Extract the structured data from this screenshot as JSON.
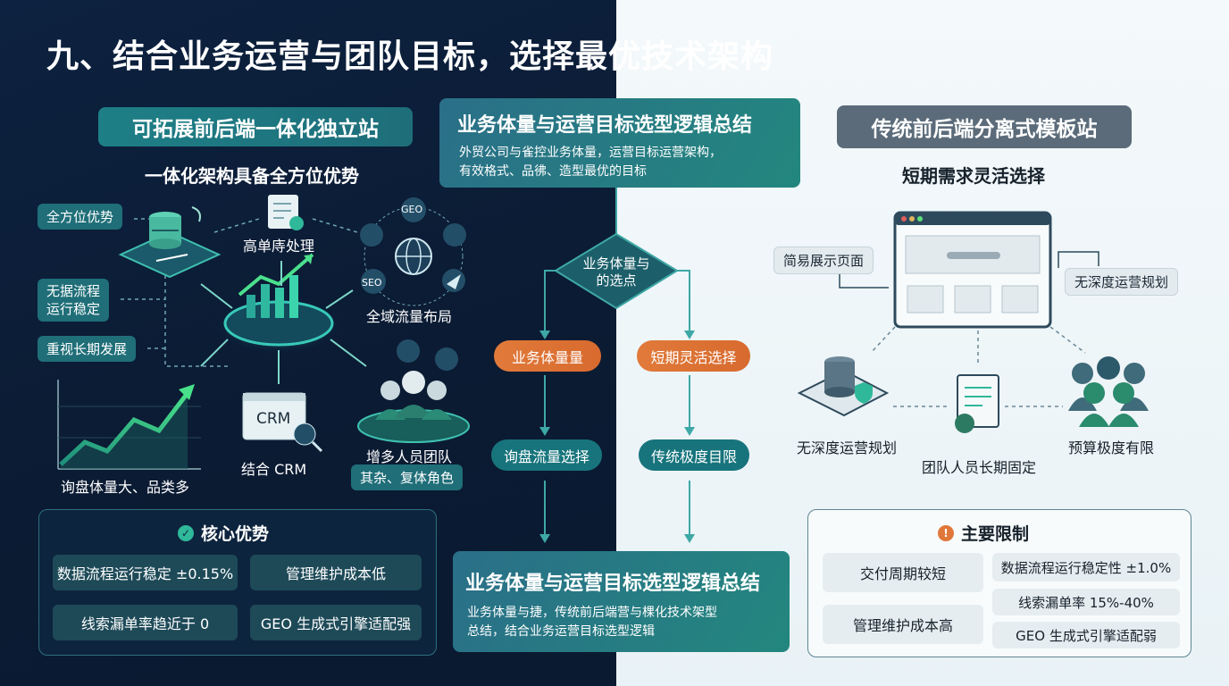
{
  "title": "九、结合业务运营与团队目标，选择最优技术架构",
  "left": {
    "heading": "可拓展前后端一体化独立站",
    "subheading": "一体化架构具备全方位优势",
    "tags": [
      "全方位优势",
      "无据流程\n运行稳定",
      "重视长期发展"
    ],
    "tag_line1": "无据流程",
    "tag_line2": "运行稳定",
    "node_labels": {
      "order": "高单庤处理",
      "traffic": "全域流量布局",
      "crm": "结合 CRM",
      "team": "增多人员团队",
      "team_sub": "其杂、复体角色",
      "chart": "询盘体量大、品类多"
    },
    "icons": {
      "geo": "GEO",
      "seo": "SEO",
      "crm": "CRM"
    },
    "core": {
      "title": "核心优势",
      "items": [
        "数据流程运行稳定 ±0.15%",
        "管理维护成本低",
        "线索漏单率趋近于 0",
        "GEO 生成式引擎适配强"
      ]
    }
  },
  "center": {
    "top_title": "业务体量与运营目标选型逻辑总结",
    "top_text_1": "外贸公司与雀控业务体量，运营目标运营架构，",
    "top_text_2": "有效格式、品彿、造型最优的目标",
    "decision": "业务体量与\n的选点",
    "decision_1": "业务体量与",
    "decision_2": "的选点",
    "left_branch": [
      "业务体量量",
      "询盘流量选择"
    ],
    "right_branch": [
      "短期灵活选择",
      "传统极度目限"
    ],
    "bottom_title": "业务体量与运营目标选型逻辑总结",
    "bottom_text_1": "业务体量与捷，传统前后端营与棵化技术架型",
    "bottom_text_2": "总结，结合业务运营目标选型逻辑"
  },
  "right": {
    "heading": "传统前后端分离式模板站",
    "subheading": "短期需求灵活选择",
    "callouts": {
      "simple": "简易展示页面",
      "noplan": "无深度运营规划"
    },
    "node_labels": {
      "db": "无深度运营规划",
      "doc": "团队人员长期固定",
      "team": "预算极度有限"
    },
    "limits": {
      "title": "主要限制",
      "items": [
        "交付周期较短",
        "数据流程运行稳定性 ±1.0%",
        "线索漏单率 15%-40%",
        "管理维护成本高",
        "GEO 生成式引擎适配弱"
      ]
    }
  },
  "colors": {
    "left_bg": "#0d2240",
    "accent_teal": "#1e7f86",
    "accent_green": "#2bd17e",
    "orange": "#e07a3a",
    "right_bg": "#eef5f8"
  }
}
